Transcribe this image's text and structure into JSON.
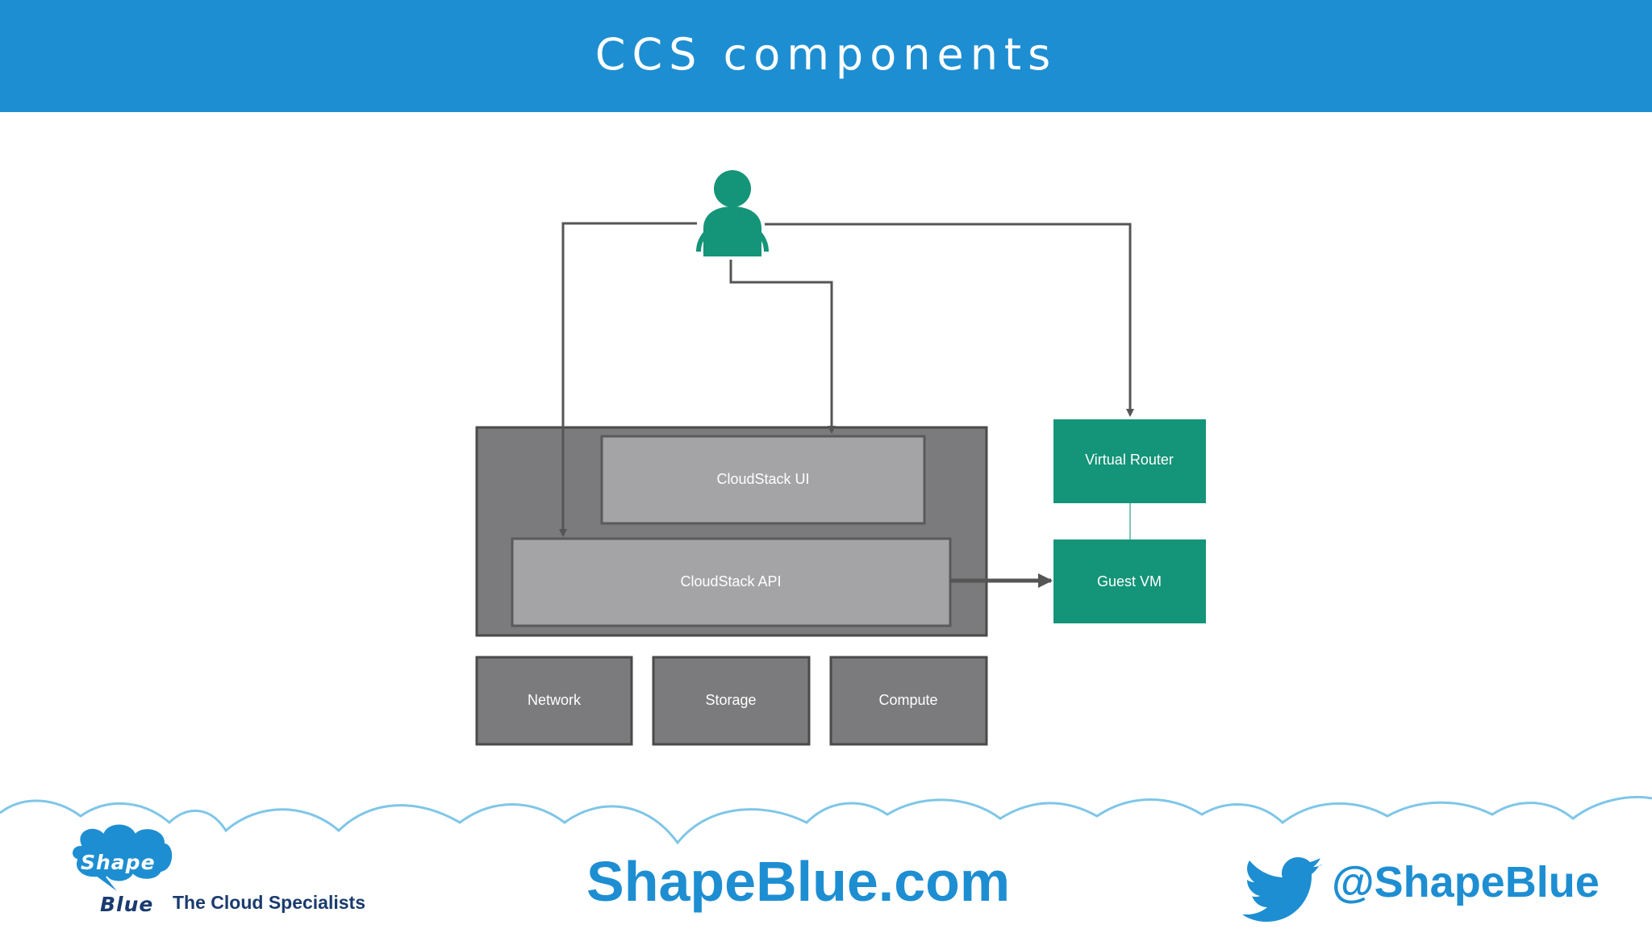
{
  "slide": {
    "title": "CCS components"
  },
  "diagram": {
    "nodes": {
      "cloudstack_ui": "CloudStack UI",
      "cloudstack_api": "CloudStack API",
      "virtual_router": "Virtual Router",
      "guest_vm": "Guest VM",
      "network": "Network",
      "storage": "Storage",
      "compute": "Compute"
    },
    "user_icon": "user-icon"
  },
  "footer": {
    "logo_word_top": "Shape",
    "logo_word_bottom": "Blue",
    "tagline": "The Cloud Specialists",
    "url": "ShapeBlue.com",
    "twitter_icon": "twitter-bird-icon",
    "handle": "@ShapeBlue"
  },
  "colors": {
    "header_blue": "#1e8ed2",
    "teal": "#149478",
    "container_gray": "#7b7a7c",
    "inner_gray": "#a4a3a5",
    "box_gray": "#7b7a7c"
  }
}
